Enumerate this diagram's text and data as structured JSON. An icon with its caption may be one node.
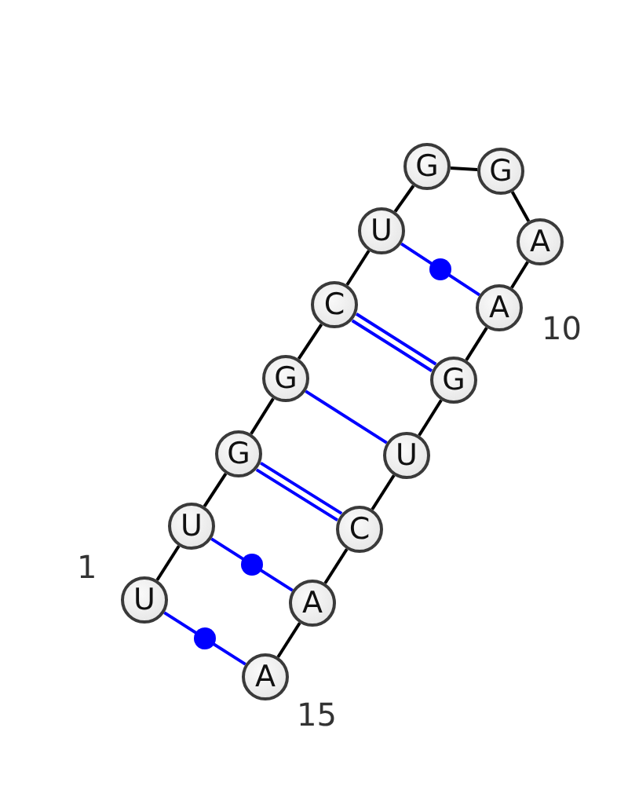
{
  "diagram": {
    "nodes": [
      {
        "text": [
          "U"
        ]
      },
      {
        "text": [
          "U"
        ]
      },
      {
        "text": [
          "G"
        ]
      },
      {
        "text": [
          "G"
        ]
      },
      {
        "text": [
          "C"
        ]
      },
      {
        "text": [
          "U"
        ]
      },
      {
        "text": [
          "G"
        ]
      },
      {
        "text": [
          "G"
        ]
      },
      {
        "text": [
          "A"
        ]
      },
      {
        "text": [
          "A"
        ]
      },
      {
        "text": [
          "G"
        ]
      },
      {
        "text": [
          "U"
        ]
      },
      {
        "text": [
          "C"
        ]
      },
      {
        "text": [
          "A"
        ]
      },
      {
        "text": [
          "A"
        ]
      }
    ],
    "edges": [
      {
        "from": 0,
        "to": 1,
        "arrow": "none"
      },
      {
        "from": 1,
        "to": 2,
        "arrow": "none"
      },
      {
        "from": 2,
        "to": 3,
        "arrow": "none"
      },
      {
        "from": 3,
        "to": 4,
        "arrow": "none"
      },
      {
        "from": 4,
        "to": 5,
        "arrow": "none"
      },
      {
        "from": 5,
        "to": 6,
        "arrow": "none"
      },
      {
        "from": 6,
        "to": 7,
        "arrow": "none"
      },
      {
        "from": 7,
        "to": 8,
        "arrow": "none"
      },
      {
        "from": 8,
        "to": 9,
        "arrow": "none"
      },
      {
        "from": 9,
        "to": 10,
        "arrow": "none"
      },
      {
        "from": 10,
        "to": 11,
        "arrow": "none"
      },
      {
        "from": 11,
        "to": 12,
        "arrow": "none"
      },
      {
        "from": 12,
        "to": 13,
        "arrow": "none"
      },
      {
        "from": 13,
        "to": 14,
        "arrow": "none"
      },
      {
        "from": 0,
        "to": 14,
        "arrow": "none",
        "color": "#0000ff"
      },
      {
        "from": 1,
        "to": 13,
        "arrow": "none",
        "color": "#0000ff"
      },
      {
        "from": 2,
        "to": 12,
        "arrow": "none",
        "color": "#0000ff"
      },
      {
        "from": 3,
        "to": 11,
        "arrow": "none",
        "color": "#0000ff"
      },
      {
        "from": 4,
        "to": 10,
        "arrow": "none",
        "color": "#0000ff"
      },
      {
        "from": 5,
        "to": 9,
        "arrow": "none",
        "color": "#0000ff"
      }
    ],
    "labels": [
      "1",
      "10",
      "15"
    ]
  }
}
